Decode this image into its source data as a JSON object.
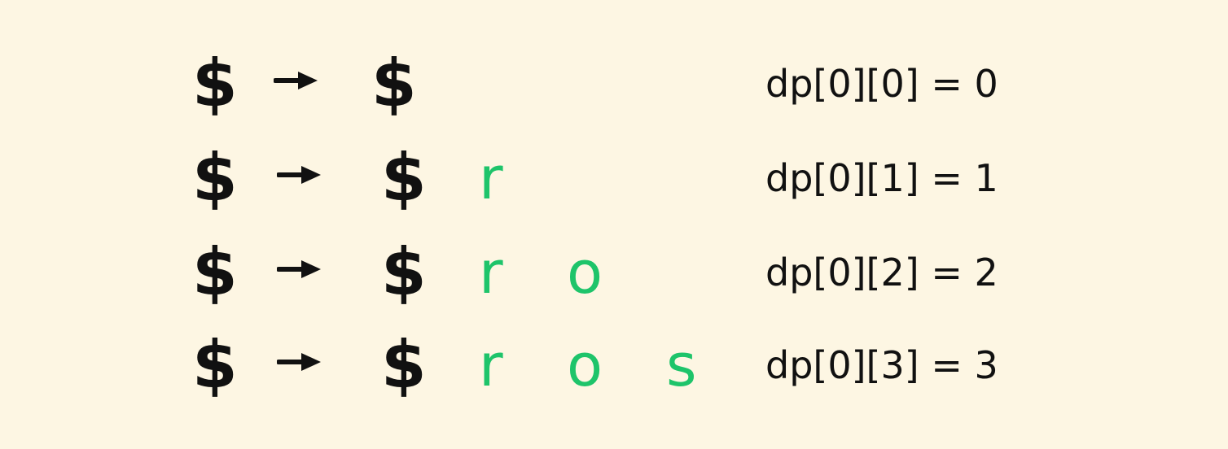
{
  "colors": {
    "background": "#fdf6e3",
    "text": "#111111",
    "accent": "#1ec46a"
  },
  "rows": [
    {
      "src": "$",
      "arrow": "arrow-right-icon",
      "dst": "$",
      "chars": [],
      "formula": "dp[0][0] = 0"
    },
    {
      "src": "$",
      "arrow": "arrow-right-icon",
      "dst": "$",
      "chars": [
        "r"
      ],
      "formula": "dp[0][1] = 1"
    },
    {
      "src": "$",
      "arrow": "arrow-right-icon",
      "dst": "$",
      "chars": [
        "r",
        "o"
      ],
      "formula": "dp[0][2] = 2"
    },
    {
      "src": "$",
      "arrow": "arrow-right-icon",
      "dst": "$",
      "chars": [
        "r",
        "o",
        "s"
      ],
      "formula": "dp[0][3] = 3"
    }
  ]
}
